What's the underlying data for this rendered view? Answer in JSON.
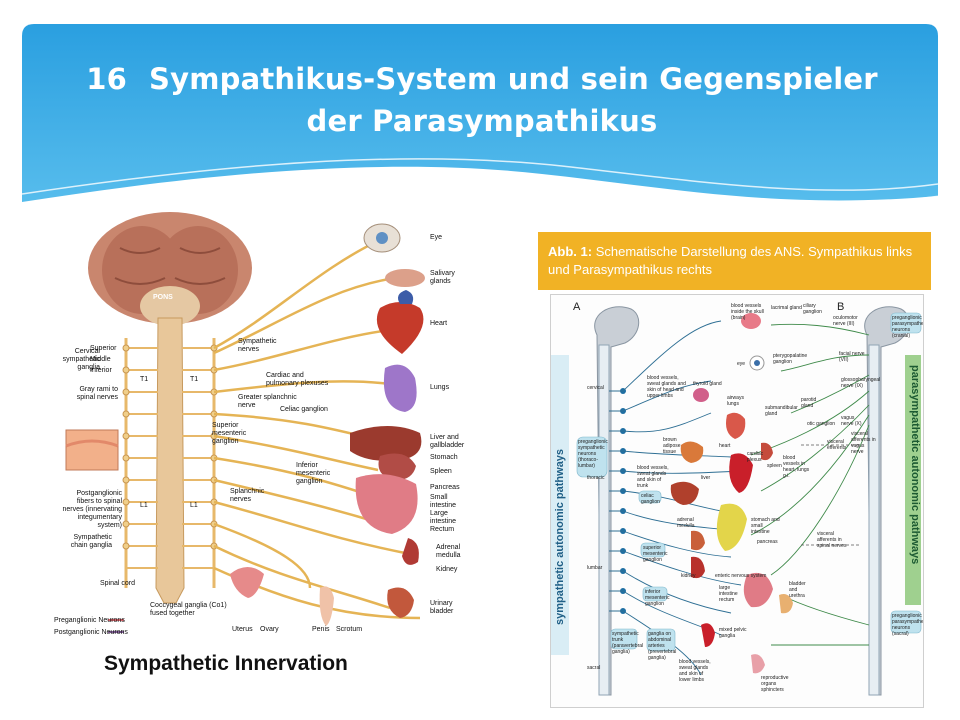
{
  "slide": {
    "number": "16",
    "title": "Sympathikus-System und sein Gegenspieler der Parasympathikus",
    "colors": {
      "header_top": "#2a9fe0",
      "header_bottom": "#5cc0ee",
      "wave": "#ffffff",
      "banner": "#f1b225",
      "path_teal": "#2e6f94"
    }
  },
  "left_figure": {
    "caption": "Sympathetic Innervation",
    "brain_label": "PONS",
    "organ_labels": [
      "Eye",
      "Salivary glands",
      "Heart",
      "Lungs",
      "Liver and gallbladder",
      "Stomach",
      "Spleen",
      "Pancreas",
      "Small intestine",
      "Large intestine",
      "Rectum",
      "Adrenal medulla",
      "Kidney",
      "Urinary bladder"
    ],
    "bottom_labels": [
      "Uterus",
      "Ovary",
      "Penis",
      "Scrotum"
    ],
    "nerve_labels": [
      "Sympathetic nerves",
      "Cardiac and pulmonary plexuses",
      "Greater splanchnic nerve",
      "Celiac ganglion",
      "Superior mesenteric ganglion",
      "Inferior mesenteric ganglion",
      "Splanchnic nerves"
    ],
    "left_labels": {
      "cervical": "Cervical sympathetic ganglia",
      "superior": "Superior",
      "middle": "Middle",
      "inferior": "Inferior",
      "gray_rami": "Gray rami to spinal nerves",
      "postganglionic": "Postganglionic fibers to spinal nerves (innervating integumentary system)",
      "chain": "Sympathetic chain ganglia",
      "spinal_cord": "Spinal cord",
      "coccygeal": "Coccygeal ganglia (Co1) fused together"
    },
    "segment_labels": {
      "t1_left": "T1",
      "t1_right": "T1",
      "l1_left": "L1",
      "l1_right": "L1"
    },
    "legend": [
      "Preganglionic Neurons",
      "Postganglionic Neurons"
    ]
  },
  "right_figure": {
    "banner_bold": "Abb. 1:",
    "banner_text": "Schematische Darstellung des ANS. Sympathikus links und Parasympathikus rechts",
    "letters": [
      "A",
      "B"
    ],
    "left_vertical": "sympathetic autonomic pathways",
    "right_vertical": "parasympathetic autonomic pathways",
    "small_labels": [
      "blood vessels inside the skull (brain)",
      "lacrimal gland",
      "ciliary ganglion",
      "oculomotor nerve (III)",
      "eye",
      "pterygopalatine ganglion",
      "facial nerve (VII)",
      "blood vessels, sweat glands and skin of head and upper limbs",
      "thyroid gland",
      "airways lungs",
      "submandibular gland",
      "parotid gland",
      "otic ganglion",
      "glossopharyngeal nerve (IX)",
      "vagus nerve (X)",
      "brown adipose tissue",
      "heart",
      "cardiac plexus",
      "spleen",
      "blood vessels in heart, lungs g.i.",
      "visceral efferents",
      "visceral afferents in vagus nerve",
      "liver",
      "blood vessels, sweat glands and skin of trunk",
      "celiac ganglion",
      "adrenal medulla",
      "stomach and small intestine",
      "pancreas",
      "superior mesenteric ganglion",
      "kidney",
      "enteric nervous system",
      "visceral afferents in spinal nerves",
      "inferior mesenteric ganglion",
      "large intestine rectum",
      "bladder and urethra",
      "sympathetic trunk (paravertebral ganglia)",
      "ganglia on abdominal arteries (prevertebral ganglia)",
      "blood vessels, sweat glands and skin of lower limbs",
      "mixed pelvic ganglia",
      "reproductive organs sphincters",
      "preganglionic parasympathetic neurons (sacral)",
      "preganglionic sympathetic neurons (thoraco-lumbar)",
      "preganglionic parasympathetic neurons (cranial)"
    ],
    "region_labels": [
      "cervical",
      "thoracic",
      "lumbar",
      "sacral"
    ]
  }
}
